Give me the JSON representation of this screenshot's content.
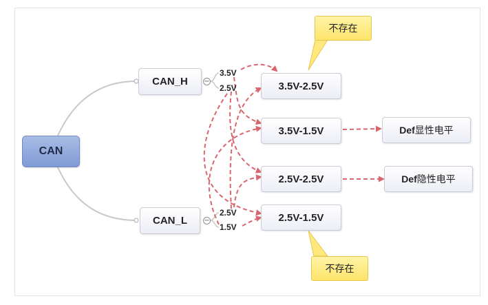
{
  "diagram": {
    "root": "CAN",
    "branches": [
      {
        "label": "CAN_H",
        "voltages": [
          "3.5V",
          "2.5V"
        ]
      },
      {
        "label": "CAN_L",
        "voltages": [
          "2.5V",
          "1.5V"
        ]
      }
    ],
    "combinations": [
      "3.5V-2.5V",
      "3.5V-1.5V",
      "2.5V-2.5V",
      "2.5V-1.5V"
    ],
    "states": [
      {
        "prefix": "Def",
        "text": "显性电平"
      },
      {
        "prefix": "Def",
        "text": "隐性电平"
      }
    ],
    "callouts": [
      "不存在",
      "不存在"
    ],
    "collapse_symbol": "−"
  },
  "colors": {
    "dashed_arrow": "#d9666e",
    "connector": "#c8c8c8",
    "root_fill": "#8fa8dd",
    "callout_fill": "#ffe97f"
  }
}
